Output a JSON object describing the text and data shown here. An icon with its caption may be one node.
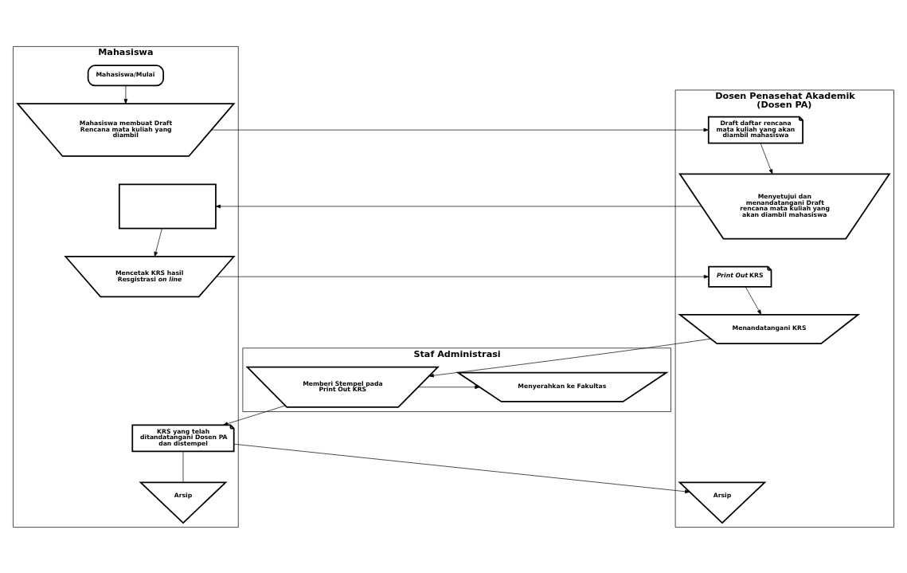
{
  "diagram": {
    "nodes": [
      {
        "text": [
          "Mahasiswa"
        ]
      },
      {
        "text": [
          "Dosen Penasehat Akademik (Dosen PA)"
        ]
      },
      {
        "text": [
          "Staf Administrasi"
        ]
      },
      {
        "text": [
          "Mahasiswa/Mulai"
        ],
        "in": 0
      },
      {
        "text": [
          "Mahasiswa membuat Draft Rencana mata kuliah yang diambil"
        ],
        "in": 0
      },
      {
        "text": [
          "Draft daftar rencana mata kuliah yang akan diambil mahasiswa"
        ],
        "in": 1
      },
      {
        "text": [
          "Menyetujui dan menandatangani Draft rencana mata kuliah yang akan diambil mahasiswa"
        ],
        "in": 1
      },
      {
        "text": [],
        "shape": "box",
        "in": 0
      },
      {
        "text": [
          "Mencetak KRS hasil Resgistrasi *on line*"
        ],
        "in": 0
      },
      {
        "text": [
          "*Print Out* KRS"
        ],
        "in": 1
      },
      {
        "text": [
          "Menandatangani KRS"
        ],
        "in": 1
      },
      {
        "text": [
          "Memberi Stempel pada Print Out KRS"
        ],
        "in": 2
      },
      {
        "text": [
          "Menyerahkan ke Fakultas"
        ],
        "in": 2
      },
      {
        "text": [
          "KRS yang telah ditandatangani Dosen PA dan distempel"
        ],
        "in": 0
      },
      {
        "text": [
          "Arsip"
        ],
        "in": 0
      },
      {
        "text": [
          "Arsip"
        ],
        "in": 1
      }
    ],
    "edges": [
      {
        "from": 3,
        "to": 4,
        "arrow": "to"
      },
      {
        "from": 4,
        "to": 5,
        "arrow": "to"
      },
      {
        "from": 5,
        "to": 6,
        "arrow": "to"
      },
      {
        "from": 6,
        "to": 7,
        "arrow": "to"
      },
      {
        "from": 7,
        "to": 8,
        "arrow": "to"
      },
      {
        "from": 8,
        "to": 9,
        "arrow": "to"
      },
      {
        "from": 9,
        "to": 10,
        "arrow": "to"
      },
      {
        "from": 10,
        "to": 11,
        "arrow": "to"
      },
      {
        "from": 11,
        "to": 12,
        "arrow": "to"
      },
      {
        "from": 11,
        "to": 13,
        "arrow": "to"
      },
      {
        "from": 13,
        "to": 14,
        "arrow": "none"
      },
      {
        "from": 13,
        "to": 15,
        "arrow": "to"
      }
    ]
  }
}
